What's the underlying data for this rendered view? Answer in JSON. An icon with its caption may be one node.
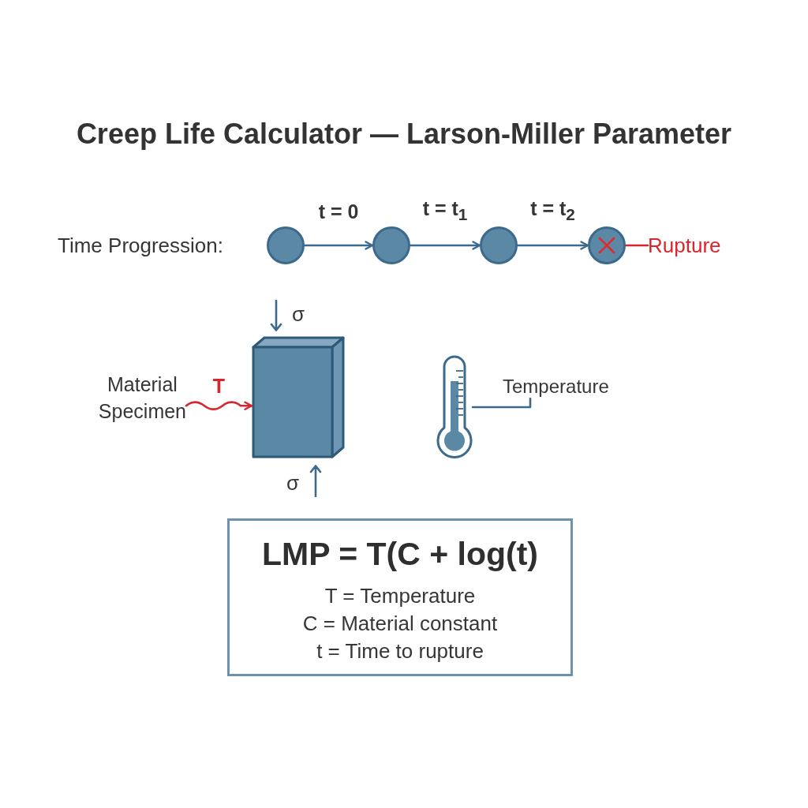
{
  "diagram": {
    "title": "Creep Life Calculator — Larson-Miller Parameter",
    "nodes": [
      {
        "text": [],
        "shape": "circle"
      },
      {
        "text": [],
        "shape": "circle"
      },
      {
        "text": [],
        "shape": "circle"
      },
      {
        "text": [],
        "shape": "circle"
      },
      {
        "text": [
          "Rupture"
        ]
      },
      {
        "text": [
          "Material Specimen"
        ]
      },
      {
        "text": [],
        "shape": "box"
      },
      {
        "text": [],
        "shape": "picture"
      },
      {
        "text": [
          "Temperature"
        ]
      },
      {
        "text": [
          "LMP = T(C + log(t)",
          "T = Temperature",
          "C = Material constant",
          "t = Time to rupture"
        ]
      }
    ],
    "edges": [
      {
        "from": 0,
        "to": 1,
        "arrow": "to",
        "label": "t = 0"
      },
      {
        "from": 1,
        "to": 2,
        "arrow": "to",
        "label": "t = t$_{1}$"
      },
      {
        "from": 2,
        "to": 3,
        "arrow": "to",
        "label": "t = t$_{2}$"
      },
      {
        "from": 4,
        "to": 3,
        "arrow": "none",
        "color": "#d9262e"
      },
      {
        "from": 5,
        "to": 6,
        "arrow": "to",
        "label": "T",
        "color": "#d9262e"
      },
      {
        "from": 8,
        "to": 7,
        "arrow": "none"
      }
    ],
    "labels": [
      "Time Progression:",
      "σ",
      "σ"
    ]
  }
}
